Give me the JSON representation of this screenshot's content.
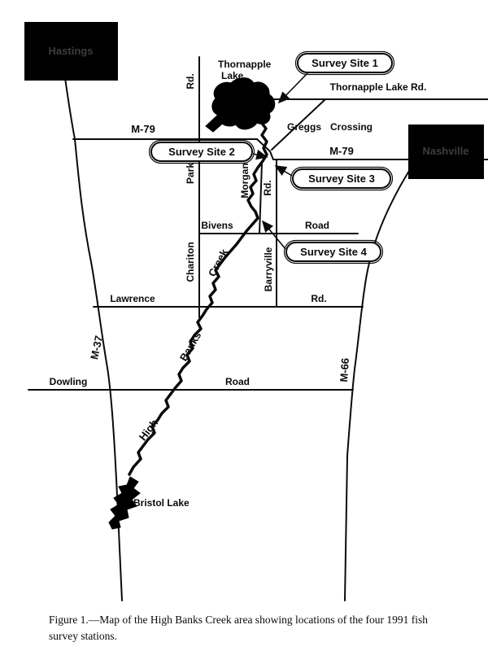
{
  "figure": {
    "caption_line1": "Figure 1.—Map of the High Banks Creek area showing locations of the four 1991 fish",
    "caption_line2": "survey stations."
  },
  "map": {
    "cities": {
      "hastings": "Hastings",
      "nashville": "Nashville"
    },
    "lakes": {
      "thornapple_line1": "Thornapple",
      "thornapple_line2": "Lake",
      "bristol": "Bristol Lake"
    },
    "survey_sites": [
      {
        "label": "Survey Site 1"
      },
      {
        "label": "Survey Site 2"
      },
      {
        "label": "Survey Site 3"
      },
      {
        "label": "Survey Site 4"
      }
    ],
    "roads": {
      "m79_left": "M-79",
      "m79_right": "M-79",
      "thornapple_lake_rd": "Thornapple Lake Rd.",
      "greggs": "Greggs",
      "crossing": "Crossing",
      "park_rd_abbrev": "Rd.",
      "park": "Park",
      "chariton": "Chariton",
      "morgan": "Morgan",
      "morgan_rd_abbrev": "Rd.",
      "bivens": "Bivens",
      "bivens_road": "Road",
      "barryville": "Barryville",
      "lawrence": "Lawrence",
      "lawrence_rd_abbrev": "Rd.",
      "dowling": "Dowling",
      "dowling_road": "Road",
      "m37": "M-37",
      "m66": "M-66"
    },
    "creek": {
      "word_high": "High",
      "word_banks": "Banks",
      "word_creek": "Creek"
    },
    "colors": {
      "ink": "#0a0a0a",
      "paper": "#ffffff",
      "city_box_fill": "#000000",
      "city_box_text": "#3d3d3d"
    }
  }
}
